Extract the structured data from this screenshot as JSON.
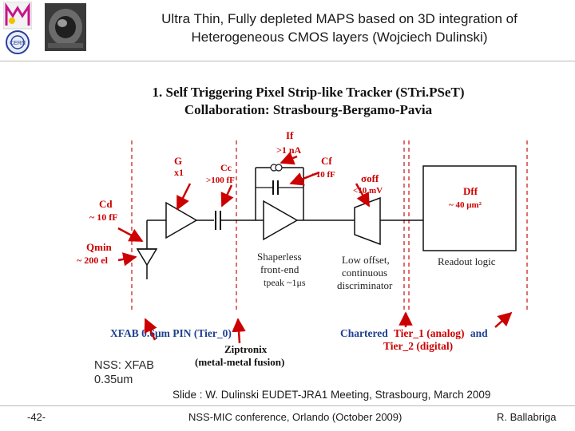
{
  "title": {
    "line1": "Ultra Thin, Fully depleted MAPS based on 3D integration of",
    "line2": "Heterogeneous CMOS layers (Wojciech Dulinski)"
  },
  "diagram": {
    "heading1": "1. Self Triggering Pixel Strip-like Tracker (STri.PSeT)",
    "heading2": "Collaboration: Strasbourg-Bergamo-Pavia",
    "g_label": "G",
    "g_value": "x1",
    "cc_label": "Cc",
    "cc_value": ">100 fF",
    "if_label": "If",
    "if_value": ">1 nA",
    "cf_label": "Cf",
    "cf_value": "~10 fF",
    "sigma_label": "σoff",
    "sigma_value": "<10 mV",
    "dff_label": "Dff",
    "dff_value": "~ 40 μm²",
    "cd_label": "Cd",
    "cd_value": "~ 10 fF",
    "qmin_label": "Qmin",
    "qmin_value": "~ 200 el",
    "shaper_line1": "Shaperless",
    "shaper_line2": "front-end",
    "shaper_line3": "tpeak ~1μs",
    "disc_line1": "Low offset,",
    "disc_line2": "continuous",
    "disc_line3": "discriminator",
    "readout_label": "Readout logic",
    "xfab_label": "XFAB 0.6μm PIN (Tier_0)",
    "ziptronix_line1": "Ziptronix",
    "ziptronix_line2": "(metal-metal fusion)",
    "chartered_prefix": "Chartered",
    "chartered_tier1": "Tier_1 (analog)",
    "chartered_and": "and",
    "chartered_tier2": "Tier_2 (digital)"
  },
  "nss_note": {
    "line1": "NSS: XFAB",
    "line2": "0.35um"
  },
  "slide_ref": "Slide : W. Dulinski EUDET-JRA1 Meeting, Strasbourg, March 2009",
  "footer": {
    "page": "-42-",
    "conference": "NSS-MIC conference, Orlando (October 2009)",
    "author": "R. Ballabriga"
  },
  "colors": {
    "accent_red": "#cc0000",
    "tier0_blue": "#1f3f8f",
    "rule_gray": "#b9b9b9",
    "text": "#1a1a1a"
  }
}
